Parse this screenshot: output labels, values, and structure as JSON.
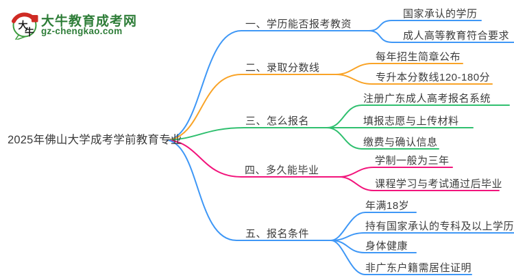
{
  "site": {
    "logo_text": "大牛教育成考网",
    "logo_domain": "gz-chengkao.com",
    "logo_mark_char1": "大",
    "logo_mark_char2": "牛"
  },
  "colors": {
    "blue": "#3e97f6",
    "orange": "#f9a326",
    "green": "#2ebf6e",
    "pink": "#f2137b",
    "logo_green": "#2e7d38",
    "logo_red": "#cf2b24",
    "text": "#3c3c3c"
  },
  "mindmap": {
    "root": "2025年佛山大学成考学前教育专业",
    "branches": [
      {
        "label": "一、学历能否报考教资",
        "color": "#3e97f6",
        "children": [
          "国家承认的学历",
          "成人高等教育符合要求"
        ]
      },
      {
        "label": "二、录取分数线",
        "color": "#f9a326",
        "children": [
          "每年招生简章公布",
          "专升本分数线120-180分"
        ]
      },
      {
        "label": "三、怎么报名",
        "color": "#2ebf6e",
        "children": [
          "注册广东成人高考报名系统",
          "填报志愿与上传材料",
          "缴费与确认信息"
        ]
      },
      {
        "label": "四、多久能毕业",
        "color": "#f2137b",
        "children": [
          "学制一般为三年",
          "课程学习与考试通过后毕业"
        ]
      },
      {
        "label": "五、报名条件",
        "color": "#3e97f6",
        "children": [
          "年满18岁",
          "持有国家承认的专科及以上学历",
          "身体健康",
          "非广东户籍需居住证明"
        ]
      }
    ]
  }
}
